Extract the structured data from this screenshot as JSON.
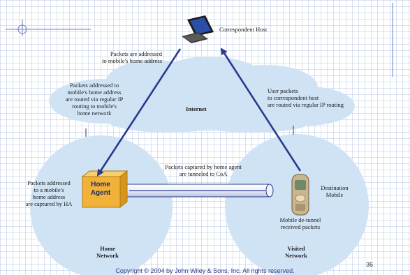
{
  "labels": {
    "correspondent_host": "Correspondent Host",
    "internet": "Internet",
    "home_network": "Home\nNetwork",
    "visited_network": "Visited\nNetwork",
    "home_agent": "Home\nAgent",
    "destination_mobile": "Destination\nMobile",
    "packets_addressed_home": "Packets are addressed\nto mobile's home address",
    "packets_routed_regular_ip": "Packets addressed to\nmobile's home address\nare routed via regular IP\nrouting to mobile's\nhome network",
    "user_packets": "User packets\nto correspondent host\nare routed via regular IP routing",
    "packets_captured_by_ha": "Packets addressed\nto a mobile's\nhome address\nare captured by HA",
    "tunneled_to_coa": "Packets captured by home agent\nare tunneled to CoA",
    "mobile_detunnel": "Mobile de-tunnel\nreceived packets"
  },
  "footer": {
    "copyright": "Copyright © 2004 by John Wiley & Sons, Inc. All rights reserved.",
    "slide_number": "36"
  },
  "colors": {
    "cloud": "#cfe3f5",
    "arrow": "#283a8f",
    "home_agent_box": "#f2b23a",
    "deco_line": "#6a7fc8"
  }
}
